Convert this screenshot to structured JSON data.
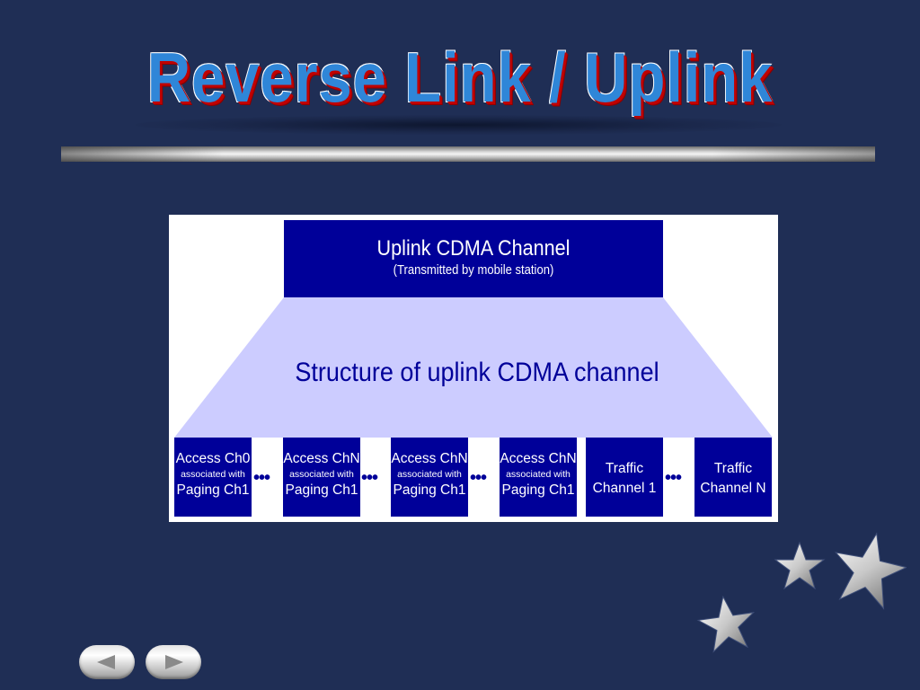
{
  "slide": {
    "title": "Reverse Link / Uplink"
  },
  "diagram": {
    "top_box": {
      "title": "Uplink CDMA Channel",
      "subtitle": "(Transmitted by mobile station)"
    },
    "structure_label": "Structure of uplink CDMA channel",
    "separator": "•••",
    "channels": [
      {
        "line1": "Access Ch0",
        "line2": "associated with",
        "line3": "Paging Ch1"
      },
      {
        "line1": "Access ChN",
        "line2": "associated with",
        "line3": "Paging Ch1"
      },
      {
        "line1": "Access ChN",
        "line2": "associated with",
        "line3": "Paging Ch1"
      },
      {
        "line1": "Access ChN",
        "line2": "associated with",
        "line3": "Paging Ch1"
      },
      {
        "line1": "Traffic",
        "line2": "Channel 1"
      },
      {
        "line1": "Traffic",
        "line2": "Channel N"
      }
    ]
  },
  "navigation": {
    "prev_icon": "left-triangle-icon",
    "next_icon": "right-triangle-icon"
  },
  "colors": {
    "background": "#1f2e55",
    "box_fill": "#000099",
    "trapezoid_fill": "#ccccff",
    "title_fill": "#2f86d8",
    "title_shadow": "#c00000"
  }
}
